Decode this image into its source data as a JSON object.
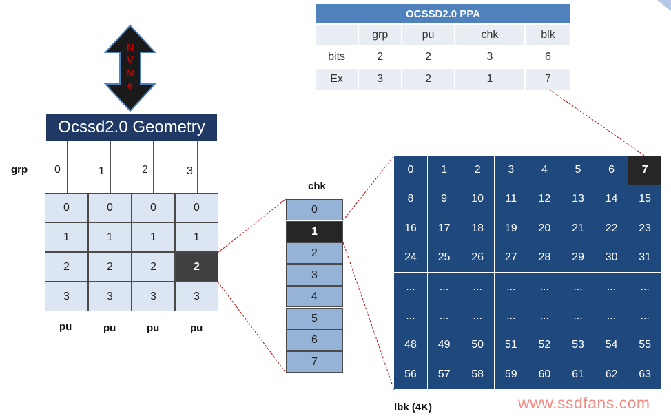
{
  "ppa_table": {
    "title": "OCSSD2.0 PPA",
    "columns": [
      "",
      "grp",
      "pu",
      "chk",
      "blk"
    ],
    "rows": [
      [
        "bits",
        "2",
        "2",
        "3",
        "6"
      ],
      [
        "Ex",
        "3",
        "2",
        "1",
        "7"
      ]
    ]
  },
  "nvme_arrow": {
    "letters": [
      "N",
      "V",
      "M",
      "e"
    ],
    "fill_color": "#1a1a1a",
    "text_color": "#c00000"
  },
  "geometry": {
    "title": "Ocssd2.0 Geometry",
    "grp_label": "grp",
    "grp_numbers": [
      "0",
      "1",
      "2",
      "3"
    ],
    "pu_grid": [
      [
        "0",
        "0",
        "0",
        "0"
      ],
      [
        "1",
        "1",
        "1",
        "1"
      ],
      [
        "2",
        "2",
        "2",
        "2"
      ],
      [
        "3",
        "3",
        "3",
        "3"
      ]
    ],
    "highlight": {
      "row": 2,
      "col": 3
    },
    "pu_labels": [
      "pu",
      "pu",
      "pu",
      "pu"
    ]
  },
  "chk": {
    "label": "chk",
    "cells": [
      "0",
      "1",
      "2",
      "3",
      "4",
      "5",
      "6",
      "7"
    ],
    "highlight": 1
  },
  "lbk": {
    "label": "lbk (4K)",
    "rows": [
      [
        "0",
        "1",
        "2",
        "3",
        "4",
        "5",
        "6",
        "7"
      ],
      [
        "8",
        "9",
        "10",
        "11",
        "12",
        "13",
        "14",
        "15"
      ],
      [
        "16",
        "17",
        "18",
        "19",
        "20",
        "21",
        "22",
        "23"
      ],
      [
        "24",
        "25",
        "26",
        "27",
        "28",
        "29",
        "30",
        "31"
      ],
      [
        "...",
        "...",
        "...",
        "...",
        "...",
        "...",
        "...",
        "..."
      ],
      [
        "...",
        "...",
        "...",
        "...",
        "...",
        "...",
        "...",
        "..."
      ],
      [
        "48",
        "49",
        "50",
        "51",
        "52",
        "53",
        "54",
        "55"
      ],
      [
        "56",
        "57",
        "58",
        "59",
        "60",
        "61",
        "62",
        "63"
      ]
    ],
    "highlight": {
      "row": 0,
      "col": 7
    }
  },
  "colors": {
    "ppa_header": "#4f81bd",
    "geometry_title_bg": "#1f3864",
    "pu_cell_bg": "#dce6f2",
    "chk_cell_bg": "#95b3d7",
    "lbk_cell_bg": "#1f497d",
    "highlight_bg": "#404040",
    "connector_line": "#c00000"
  },
  "watermark": "www.ssdfans.com"
}
